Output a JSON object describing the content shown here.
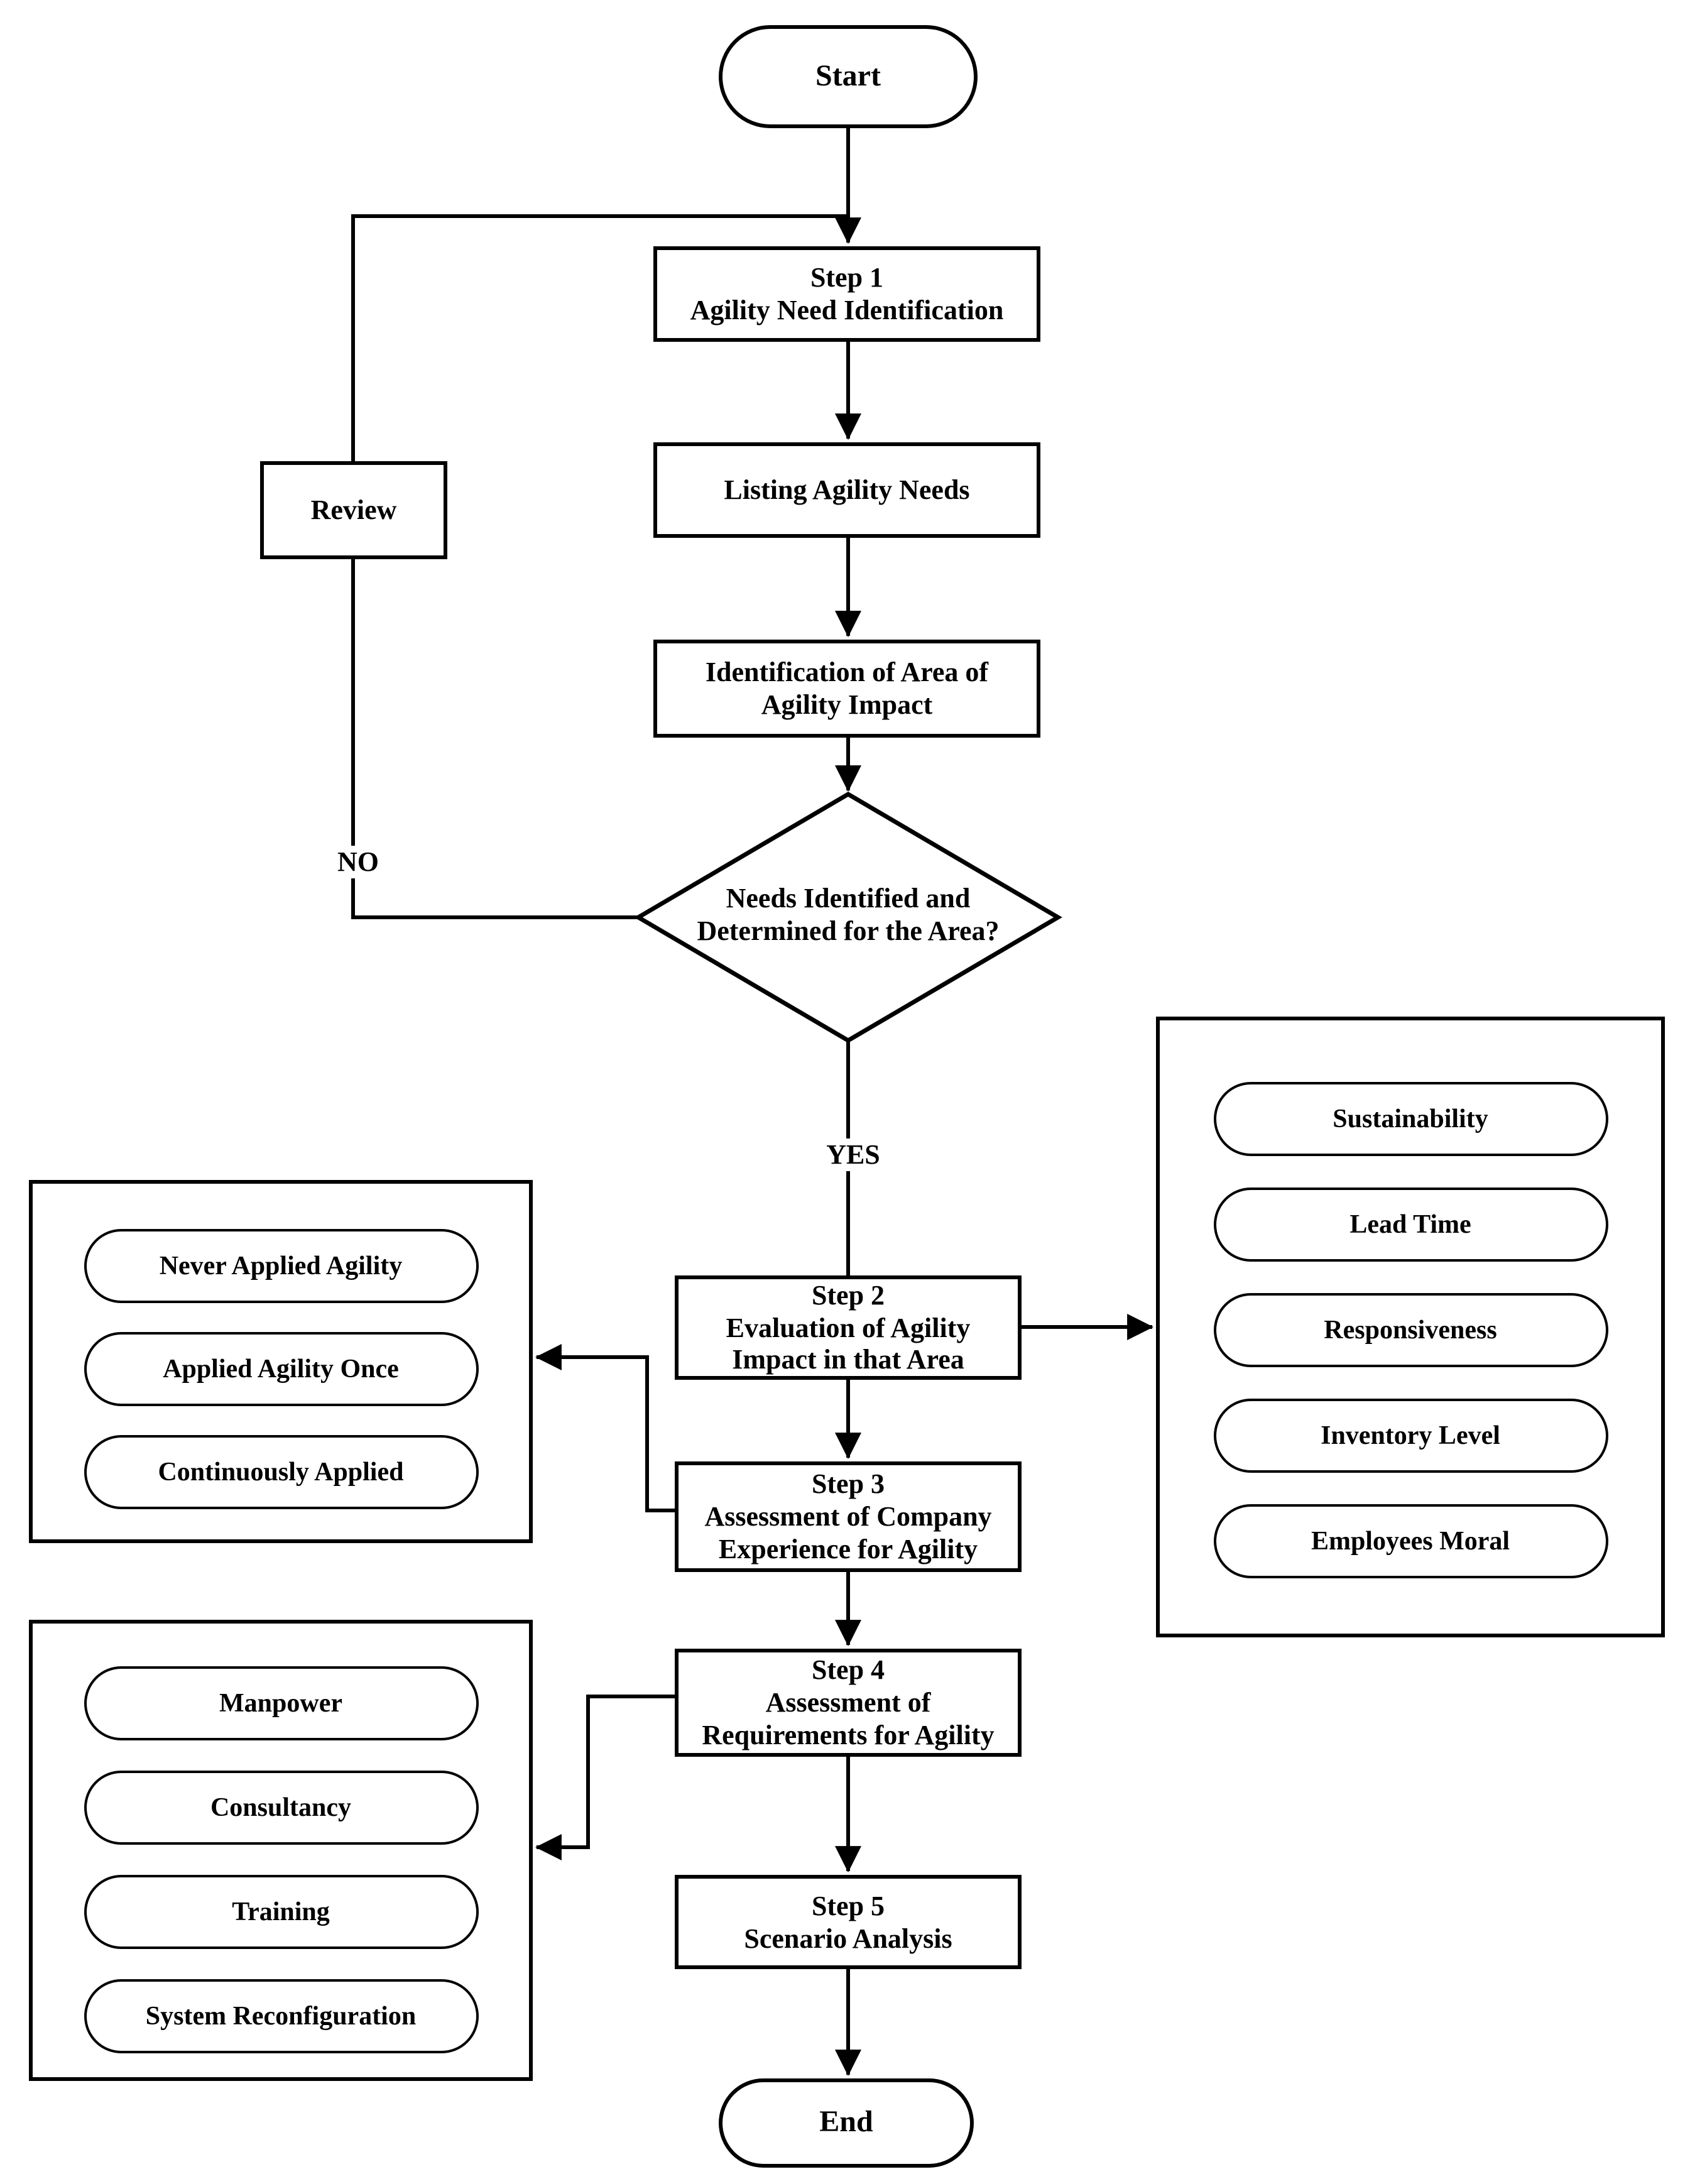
{
  "figure": {
    "start_label": "Start",
    "end_label": "End",
    "review_label": "Review",
    "no_label": "NO",
    "yes_label": "YES",
    "decision": {
      "question": "Needs Identified and Determined for the Area?"
    },
    "nodes": {
      "step1": {
        "label": "Step 1",
        "title": "Agility Need Identification"
      },
      "listing": {
        "title": "Listing Agility Needs"
      },
      "identification": {
        "title": "Identification of Area of Agility Impact"
      },
      "step2": {
        "label": "Step 2",
        "title": "Evaluation of Agility Impact in that Area"
      },
      "step3": {
        "label": "Step 3",
        "title": "Assessment of Company Experience for Agility"
      },
      "step4": {
        "label": "Step 4",
        "title": "Assessment of Requirements for Agility"
      },
      "step5": {
        "label": "Step 5",
        "title": "Scenario Analysis"
      }
    },
    "panels": {
      "experience_levels": {
        "items": [
          "Never Applied Agility",
          "Applied Agility Once",
          "Continuously Applied"
        ]
      },
      "impact_areas": {
        "items": [
          "Sustainability",
          "Lead Time",
          "Responsiveness",
          "Inventory Level",
          "Employees Moral"
        ]
      },
      "requirements": {
        "items": [
          "Manpower",
          "Consultancy",
          "Training",
          "System Reconfiguration"
        ]
      }
    },
    "colors": {
      "ink": "#000000",
      "background": "#ffffff"
    }
  }
}
